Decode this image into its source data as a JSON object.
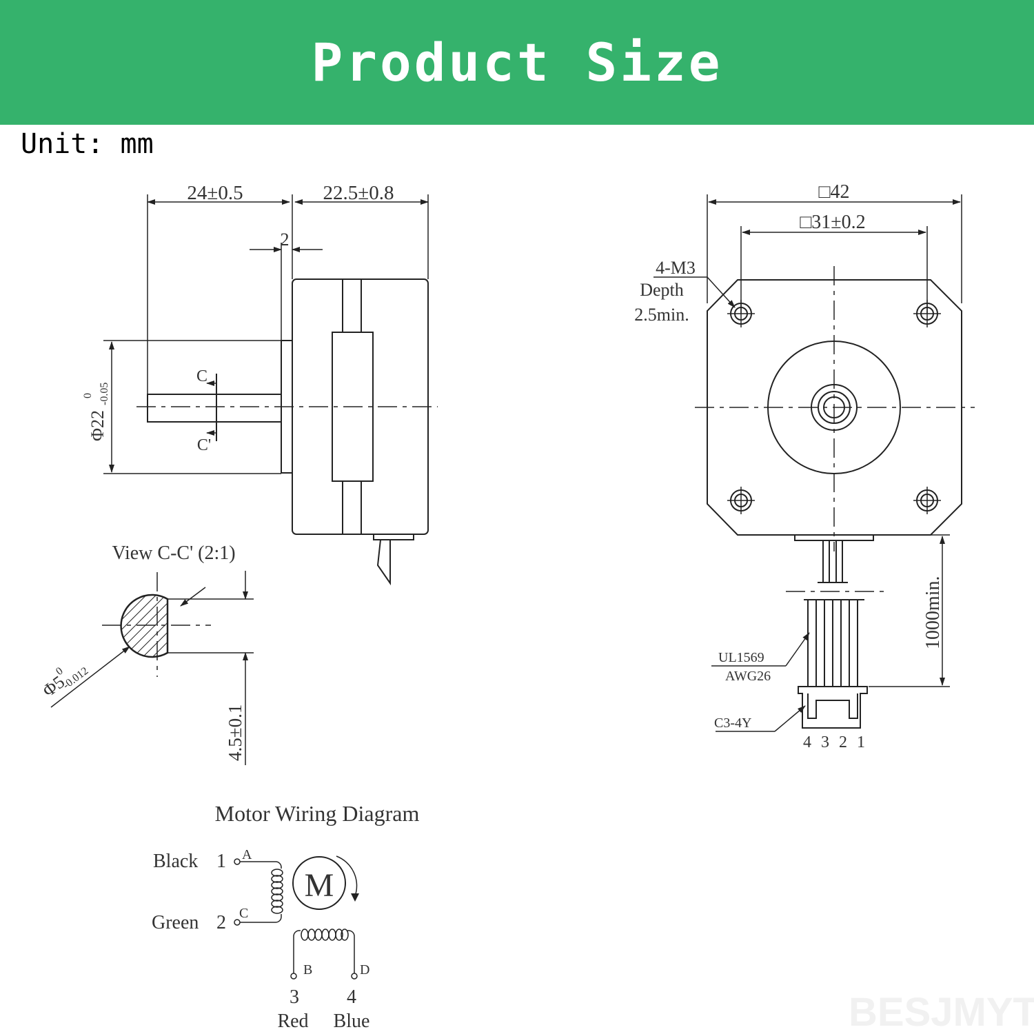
{
  "banner": {
    "title": "Product Size",
    "color": "#35b26c"
  },
  "unit_label": "Unit: mm",
  "side_view": {
    "dim_shaft_length": "24±0.5",
    "dim_body_length": "22.5±0.8",
    "dim_flange": "2",
    "dim_diameter": "Φ22",
    "dim_diameter_upper": "0",
    "dim_diameter_lower": "-0.05",
    "section_mark_top": "C",
    "section_mark_bottom": "C'"
  },
  "section_view": {
    "title": "View C-C' (2:1)",
    "dim_diameter": "Φ5",
    "dim_diameter_upper": "0",
    "dim_diameter_lower": "-0.012",
    "dim_flat": "4.5±0.1"
  },
  "front_view": {
    "dim_width": "□42",
    "dim_hole_spacing": "□31±0.2",
    "hole_label_1": "4-M3",
    "hole_label_2": "Depth",
    "hole_label_3": "2.5min.",
    "cable_length": "1000min.",
    "cable_type_1": "UL1569",
    "cable_type_2": "AWG26",
    "connector": "C3-4Y",
    "pins": [
      "4",
      "3",
      "2",
      "1"
    ]
  },
  "wiring": {
    "title": "Motor Wiring Diagram",
    "motor_symbol": "M",
    "wires": [
      {
        "color": "Black",
        "num": "1",
        "term": "A"
      },
      {
        "color": "Green",
        "num": "2",
        "term": "C"
      },
      {
        "color": "Red",
        "num": "3",
        "term": "B"
      },
      {
        "color": "Blue",
        "num": "4",
        "term": "D"
      }
    ]
  },
  "watermark": "BESJMYT"
}
